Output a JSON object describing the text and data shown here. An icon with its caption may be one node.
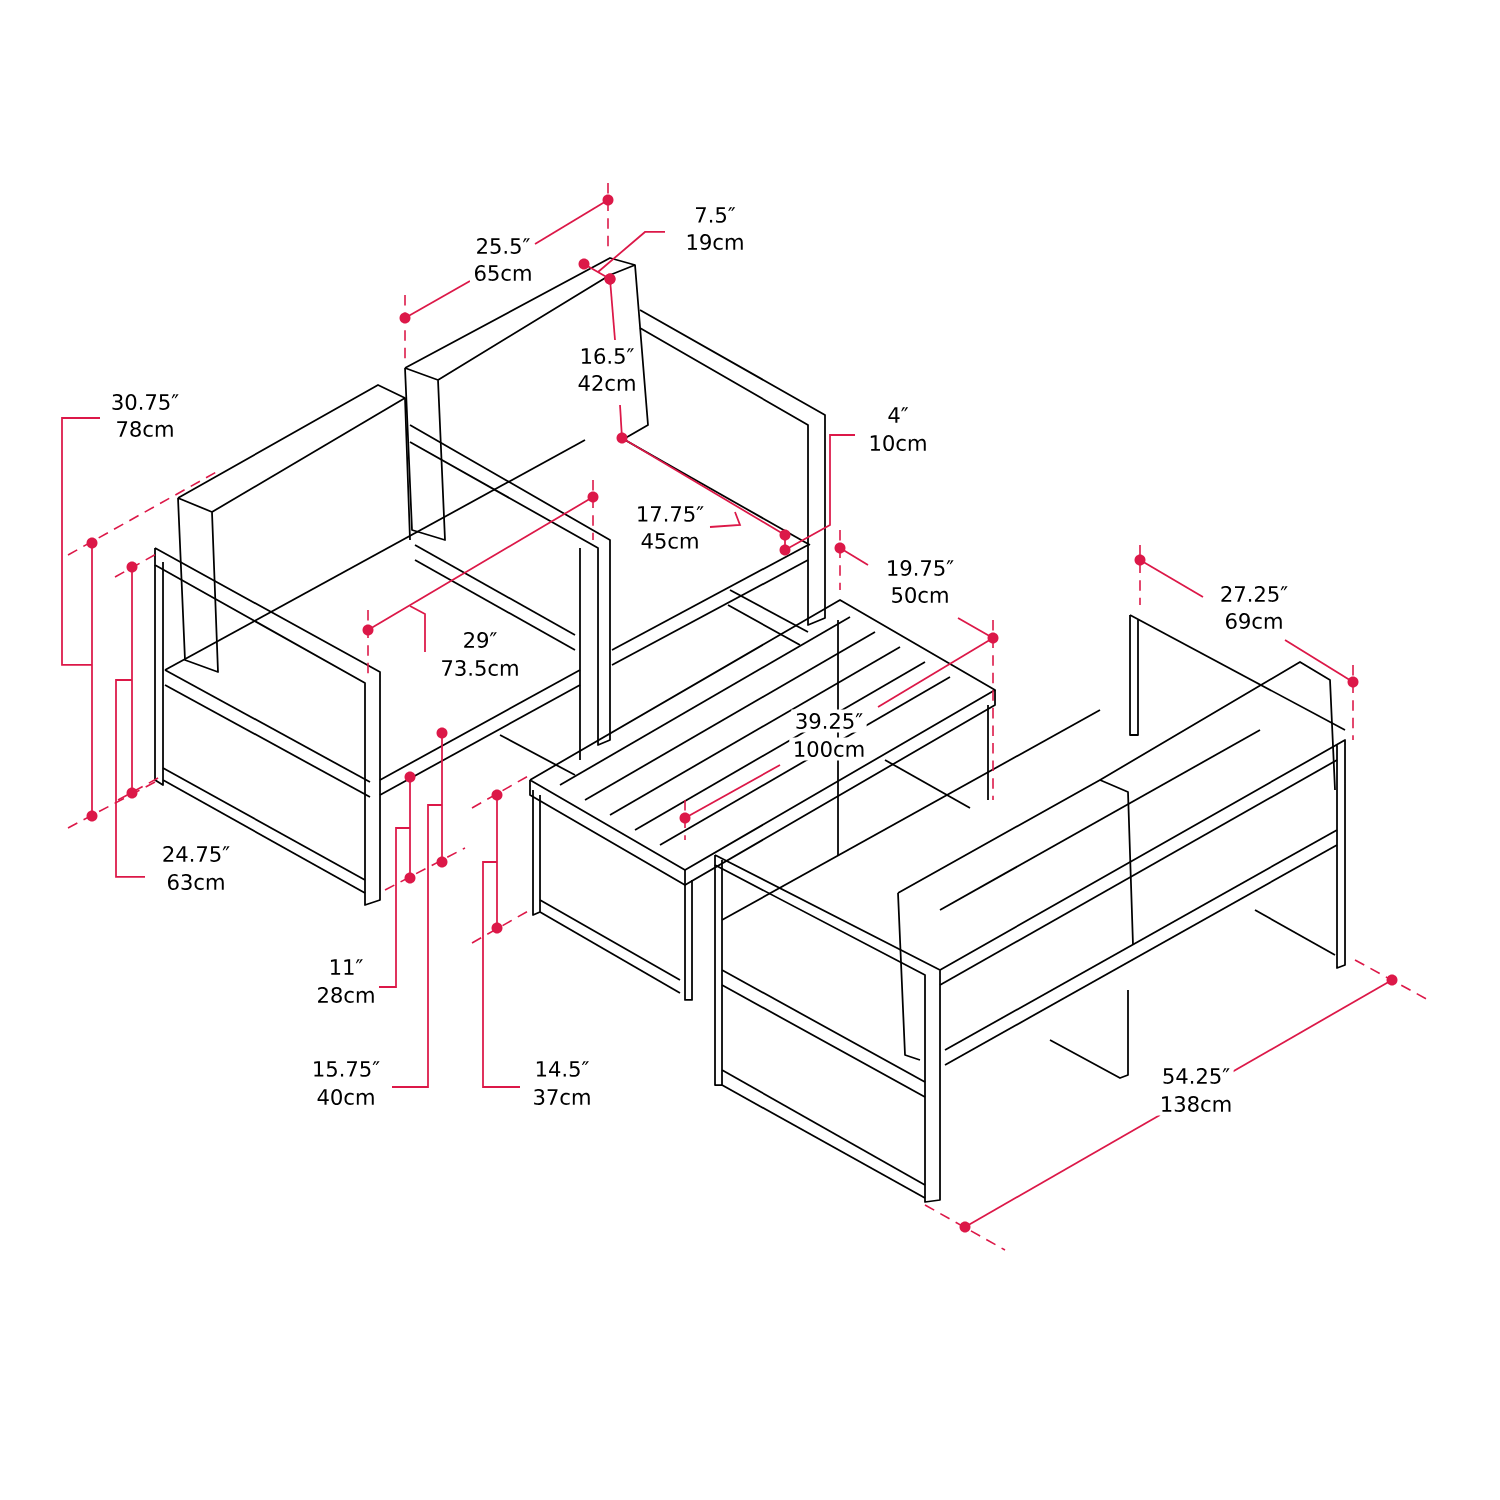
{
  "diagram": {
    "labels": [
      "7.5″",
      "19cm",
      "25.5″",
      "65cm",
      "16.5″",
      "42cm",
      "30.75″",
      "78cm",
      "4″",
      "10cm",
      "17.75″",
      "45cm",
      "19.75″",
      "50cm",
      "27.25″",
      "69cm",
      "29″",
      "73.5cm",
      "39.25″",
      "100cm",
      "24.75″",
      "63cm",
      "11″",
      "28cm",
      "15.75″",
      "40cm",
      "14.5″",
      "37cm",
      "54.25″",
      "138cm"
    ]
  }
}
